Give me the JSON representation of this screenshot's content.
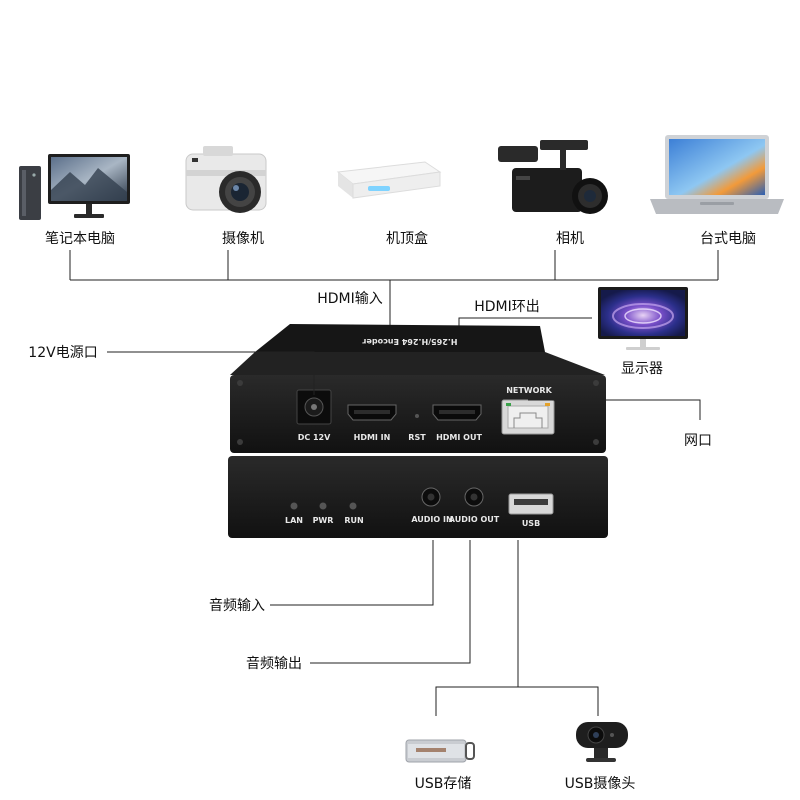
{
  "top_devices": [
    {
      "id": "pc",
      "label": "笔记本电脑"
    },
    {
      "id": "camera",
      "label": "摄像机"
    },
    {
      "id": "settop",
      "label": "机顶盒"
    },
    {
      "id": "camcorder",
      "label": "相机"
    },
    {
      "id": "laptop",
      "label": "台式电脑"
    }
  ],
  "callouts": {
    "hdmi_in": "HDMI输入",
    "hdmi_out": "HDMI环出",
    "power": "12V电源口",
    "monitor": "显示器",
    "network": "网口",
    "audio_in": "音频输入",
    "audio_out": "音频输出",
    "usb_storage": "USB存储",
    "usb_camera": "USB摄像头"
  },
  "device": {
    "top_plate_text": "H.265/H.264 Encoder",
    "network_label": "NETWORK",
    "ports_back": [
      "DC 12V",
      "HDMI IN",
      "RST",
      "HDMI OUT"
    ],
    "ports_front": [
      "LAN",
      "PWR",
      "RUN",
      "AUDIO IN",
      "AUDIO OUT",
      "USB"
    ]
  },
  "colors": {
    "line": "#222222",
    "device_body": "#1b1b1b",
    "hdmi_blue": "#3a66c7"
  },
  "icons": [
    "pc-tower-icon",
    "monitor-icon",
    "camera-icon",
    "set-top-box-icon",
    "camcorder-icon",
    "laptop-icon",
    "usb-drive-icon",
    "webcam-icon",
    "rj45-icon"
  ]
}
